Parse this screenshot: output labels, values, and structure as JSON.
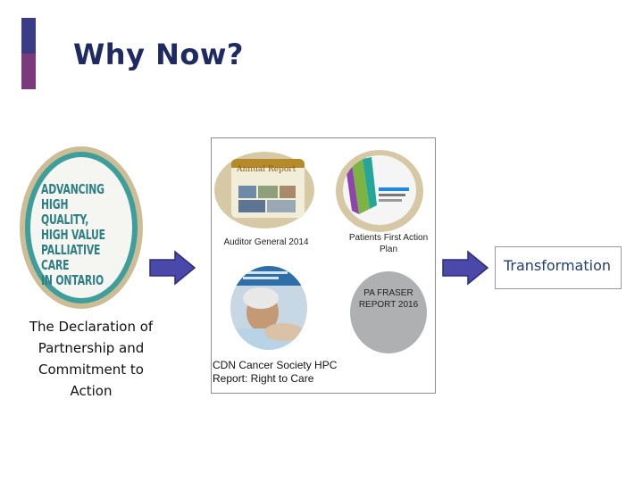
{
  "slide": {
    "title": "Why Now?",
    "left_report": {
      "cover_title": "ADVANCING\nHIGH QUALITY,\nHIGH VALUE\nPALLIATIVE CARE\nIN ONTARIO",
      "caption": "The Declaration of Partnership and Commitment to Action"
    },
    "reports": {
      "auditor_caption": "Auditor General 2014",
      "auditor_cover_text": "Annual Report",
      "patients_first_caption": "Patients First Action Plan",
      "cancer_society_caption": "CDN Cancer Society HPC Report: Right to Care",
      "fraser_label": "PA FRASER REPORT 2016"
    },
    "outcome": "Transformation"
  },
  "colors": {
    "title": "#1f2a63",
    "accent_top": "#3b3c86",
    "accent_bottom": "#7a3a7c",
    "arrow": "#4a48a8",
    "teal": "#3e9e9b",
    "outcome_text": "#1f3f73"
  },
  "icons": [
    "right-arrow-icon",
    "right-arrow-icon",
    "right-arrow-icon"
  ]
}
